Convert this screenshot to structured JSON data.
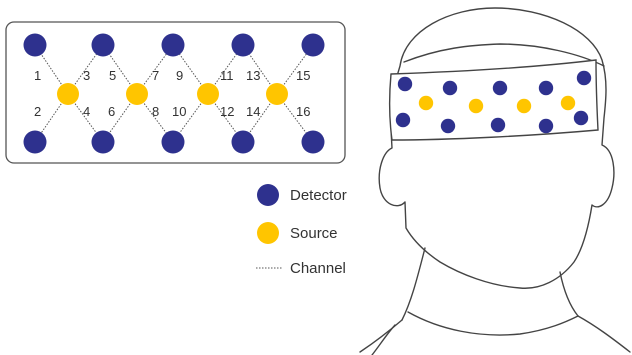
{
  "colors": {
    "detector": "#2e318e",
    "source": "#ffc500",
    "channel": "#555555",
    "outline": "#444444"
  },
  "layout_panel": {
    "detectors": [
      {
        "row": "top",
        "col": 0
      },
      {
        "row": "top",
        "col": 1
      },
      {
        "row": "top",
        "col": 2
      },
      {
        "row": "top",
        "col": 3
      },
      {
        "row": "top",
        "col": 4
      },
      {
        "row": "bottom",
        "col": 0
      },
      {
        "row": "bottom",
        "col": 1
      },
      {
        "row": "bottom",
        "col": 2
      },
      {
        "row": "bottom",
        "col": 3
      },
      {
        "row": "bottom",
        "col": 4
      }
    ],
    "sources": [
      0,
      1,
      2,
      3
    ],
    "channels": [
      "1",
      "2",
      "3",
      "4",
      "5",
      "6",
      "7",
      "8",
      "9",
      "10",
      "11",
      "12",
      "13",
      "14",
      "15",
      "16"
    ]
  },
  "legend": {
    "detector_label": "Detector",
    "source_label": "Source",
    "channel_label": "Channel"
  }
}
